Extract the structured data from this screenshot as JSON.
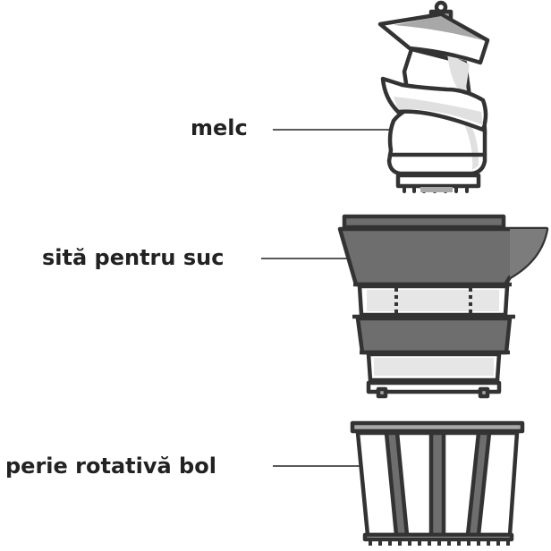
{
  "labels": {
    "auger": "melc",
    "juice_screen": "sită pentru suc",
    "rotating_brush": "perie rotativă bol"
  },
  "colors": {
    "outline": "#333333",
    "dark_fill": "#6e6e6e",
    "light_fill": "#e6e6e6",
    "mid_fill": "#a8a8a8"
  }
}
